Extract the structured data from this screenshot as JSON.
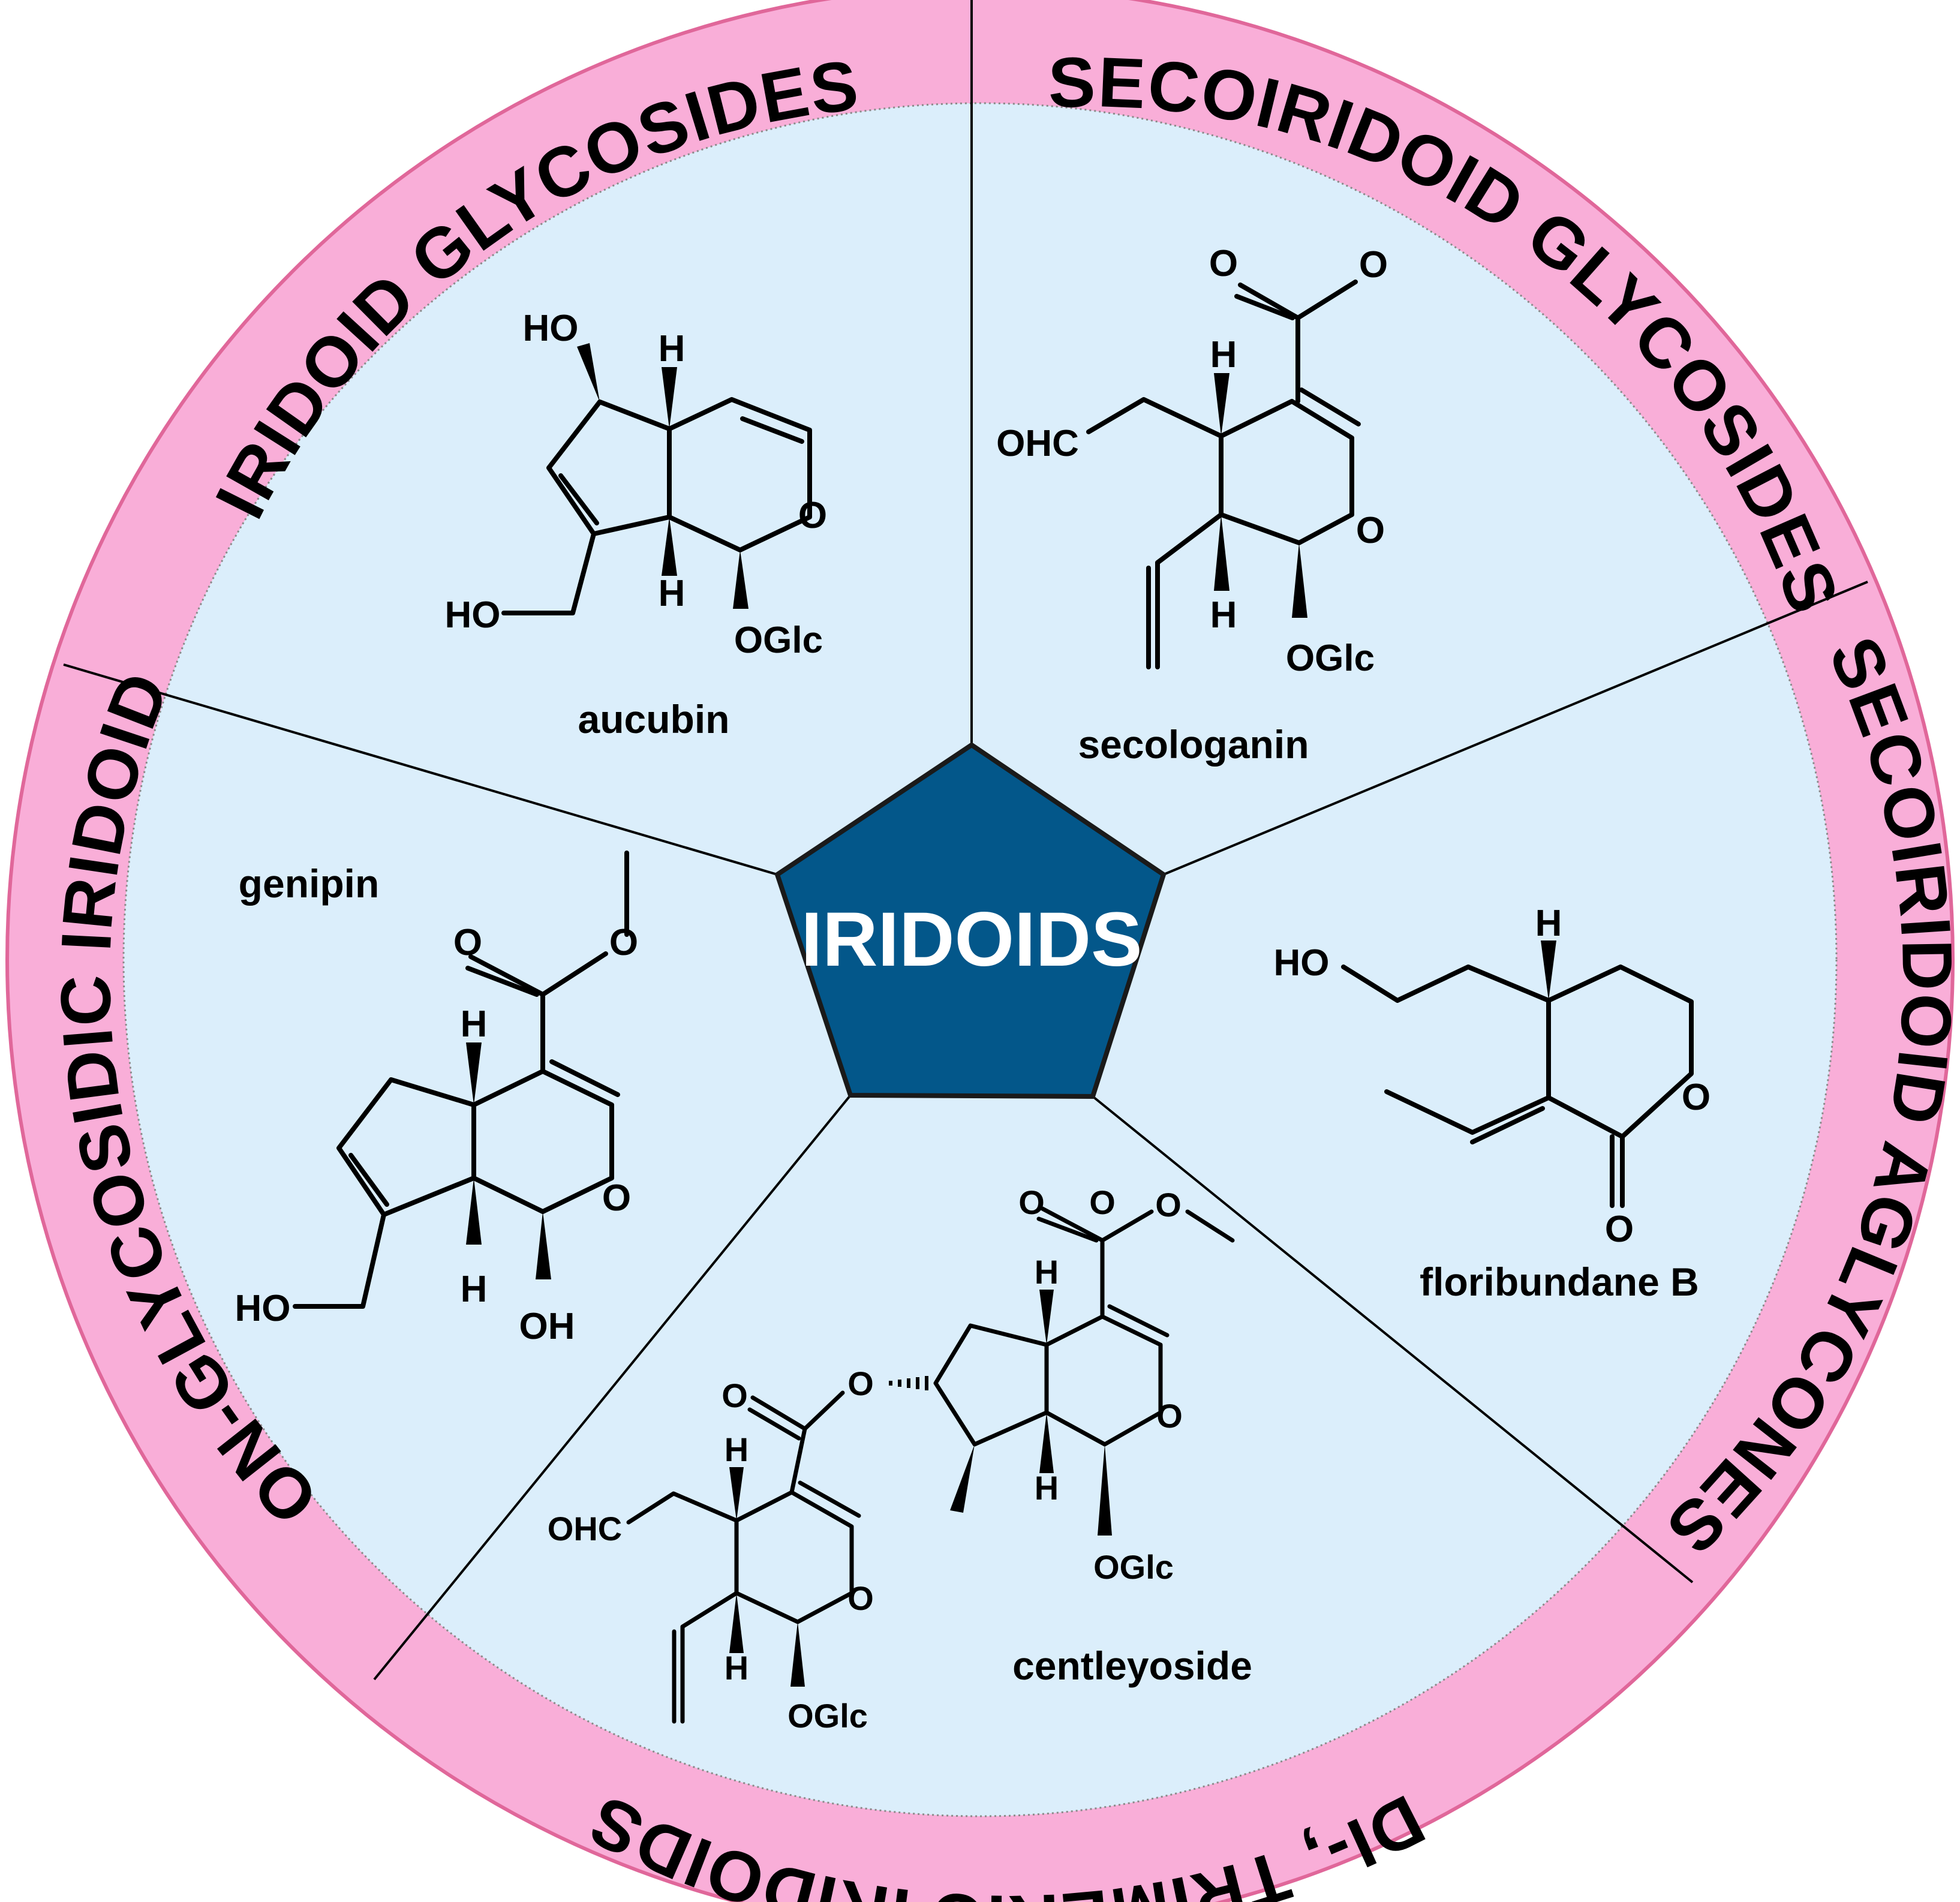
{
  "center": {
    "label": "IRIDOIDS"
  },
  "colors": {
    "ring": "#f9aed8",
    "ring_border": "#e0679a",
    "sector": "#dbeefb",
    "pentagon": "#03578a",
    "pentagon_text": "#ffffff"
  },
  "segments": [
    {
      "category": "IRIDOID GLYCOSIDES",
      "compound": "aucubin"
    },
    {
      "category": "SECOIRIDOID GLYCOSIDES",
      "compound": "secologanin"
    },
    {
      "category": "SECOIRIDOID AGLYCONES",
      "compound": "floribundane B"
    },
    {
      "category": "DI-, TRIMERIC IRIDOIDS",
      "compound": "centleyoside"
    },
    {
      "category": "NON-GLYCOSIDIC IRIDOIDS",
      "compound": "genipin"
    }
  ],
  "atoms": {
    "O": "O",
    "OH": "OH",
    "HO": "HO",
    "H": "H",
    "OGlc": "OGlc",
    "OHC": "OHC"
  }
}
